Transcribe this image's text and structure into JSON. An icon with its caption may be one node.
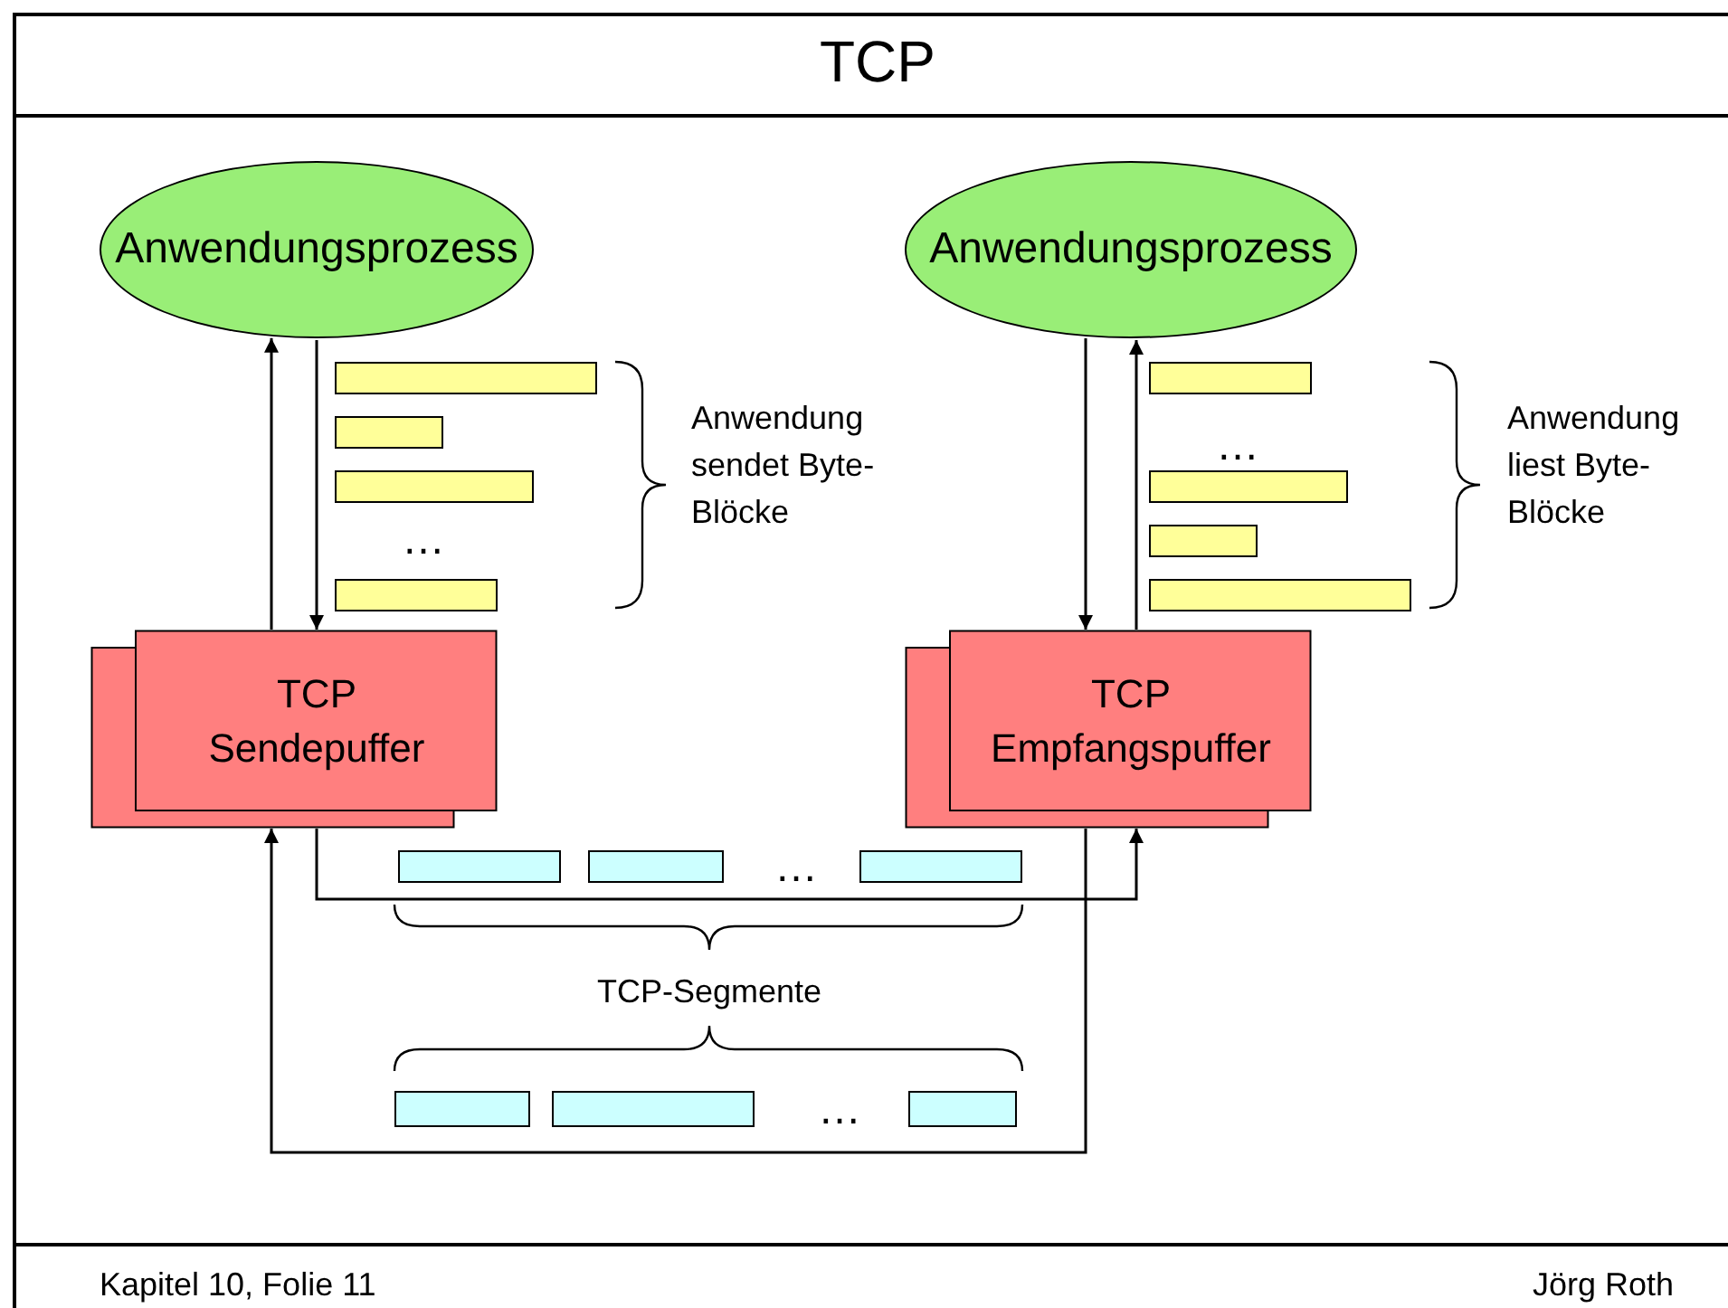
{
  "diagram": {
    "title": "TCP",
    "nodes": [
      {
        "text": [
          "Anwendungsprozess"
        ]
      },
      {
        "text": [
          "Anwendungsprozess"
        ]
      },
      {
        "text": [],
        "shape": "bar"
      },
      {
        "text": [],
        "shape": "bar"
      },
      {
        "text": [],
        "shape": "bar"
      },
      {
        "text": [],
        "shape": "bar"
      },
      {
        "text": [],
        "shape": "bar"
      },
      {
        "text": [],
        "shape": "bar"
      },
      {
        "text": [],
        "shape": "bar"
      },
      {
        "text": [],
        "shape": "bar"
      },
      {
        "text": [
          "TCP Sendepuffer"
        ]
      },
      {
        "text": [
          "TCP Empfangspuffer"
        ]
      },
      {
        "text": [],
        "shape": "bar"
      },
      {
        "text": [],
        "shape": "bar"
      },
      {
        "text": [],
        "shape": "bar"
      },
      {
        "text": [],
        "shape": "bar"
      },
      {
        "text": [],
        "shape": "bar"
      },
      {
        "text": [],
        "shape": "bar"
      }
    ],
    "edges": [
      {
        "from": 10,
        "to": 0,
        "arrow": "to"
      },
      {
        "from": 0,
        "to": 10,
        "arrow": "to"
      },
      {
        "from": 1,
        "to": 11,
        "arrow": "to"
      },
      {
        "from": 11,
        "to": 1,
        "arrow": "to"
      },
      {
        "from": 10,
        "to": 11,
        "arrow": "to"
      },
      {
        "from": 11,
        "to": 10,
        "arrow": "to"
      }
    ],
    "labels": [
      "Anwendung sendet Byte-Blöcke",
      "Anwendung liest Byte-Blöcke",
      "…",
      "…",
      "…",
      "TCP-Segmente",
      "…",
      "Kapitel 10, Folie 11",
      "Jörg Roth"
    ]
  }
}
